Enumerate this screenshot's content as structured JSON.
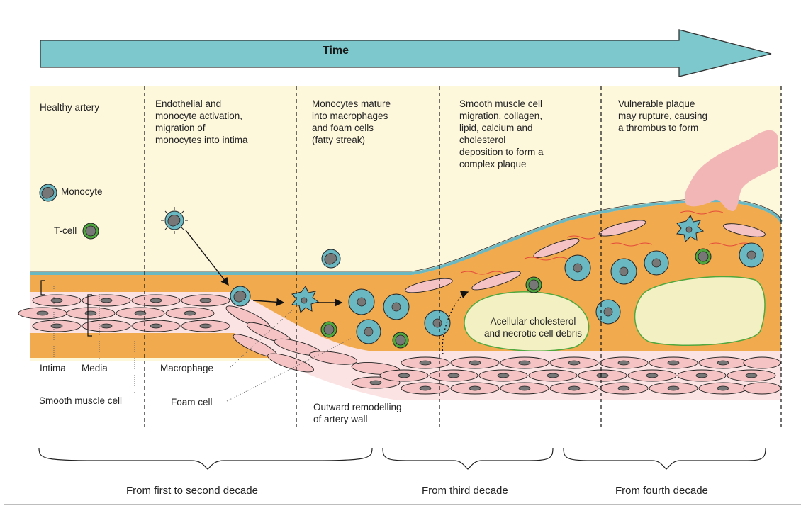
{
  "time_arrow": {
    "label": "Time",
    "color": "#7cc8cc"
  },
  "stages": [
    {
      "text": "Healthy artery"
    },
    {
      "text": "Endothelial and\nmonocyte activation,\nmigration of\nmonocytes into intima"
    },
    {
      "text": "Monocytes mature\ninto macrophages\nand foam cells\n(fatty streak)"
    },
    {
      "text": "Smooth muscle cell\nmigration, collagen,\nlipid, calcium and\ncholesterol\ndeposition to form a\ncomplex plaque"
    },
    {
      "text": "Vulnerable plaque\nmay rupture, causing\na thrombus to form"
    }
  ],
  "legend": {
    "monocyte": "Monocyte",
    "tcell": "T-cell"
  },
  "labels": {
    "intima": "Intima",
    "media": "Media",
    "smooth_muscle_cell": "Smooth muscle cell",
    "macrophage": "Macrophage",
    "foam_cell": "Foam cell",
    "outward_remodelling": "Outward remodelling\nof artery wall",
    "necrotic_core": "Acellular cholesterol\nand necrotic cell debris"
  },
  "decades": [
    {
      "label": "From first to second decade"
    },
    {
      "label": "From third decade"
    },
    {
      "label": "From fourth decade"
    }
  ],
  "colors": {
    "background_panel": "#fdf7dc",
    "intima": "#f2aa4f",
    "smooth_muscle": "#f5c3c3",
    "endothelium": "#6ab8c2",
    "thrombus": "#f3b6b6",
    "necrotic_core": "#f3f0c4",
    "tcell_ring": "#4fa83d",
    "foam_dots": "#5bb8c6"
  }
}
